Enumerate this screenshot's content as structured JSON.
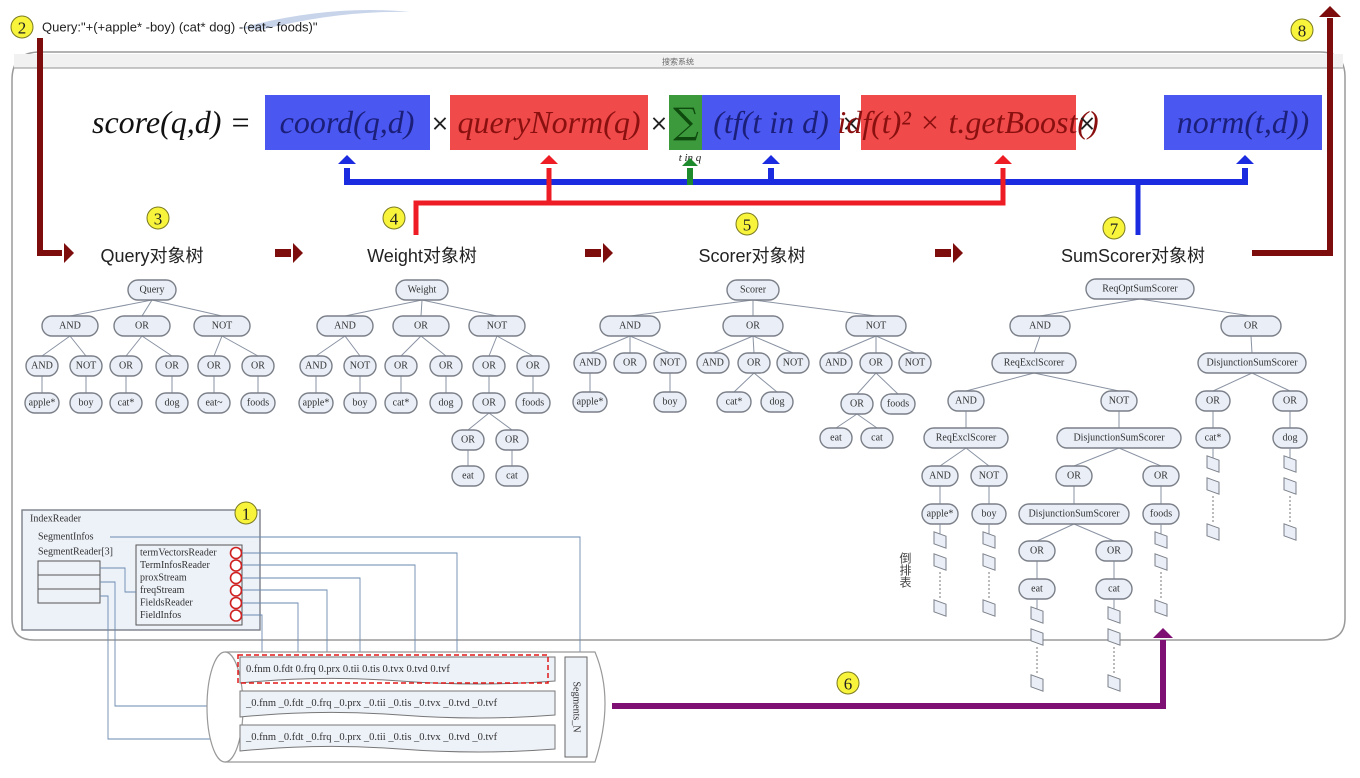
{
  "query": {
    "label": "Query:\"+(+apple* -boy) (cat* dog) -(eat~ foods)\""
  },
  "panel": {
    "title": "搜索系统"
  },
  "formula": {
    "lhs": "score(q,d) =",
    "terms": [
      {
        "id": "coord",
        "text": "coord(q,d)",
        "color": "#4a57f0"
      },
      {
        "id": "querynorm",
        "text": "queryNorm(q)",
        "color": "#f04a4a"
      },
      {
        "id": "sum",
        "text": "∑",
        "color": "#3c9a3c",
        "subscript": "t in q"
      },
      {
        "id": "tf",
        "text": "(tf(t in d)",
        "color": "#4a57f0"
      },
      {
        "id": "idf",
        "text": "idf(t)² × t.getBoost()",
        "color": "#f04a4a"
      },
      {
        "id": "norm",
        "text": "norm(t,d))",
        "color": "#4a57f0"
      }
    ],
    "operator": "×"
  },
  "badges": [
    "1",
    "2",
    "3",
    "4",
    "5",
    "6",
    "7",
    "8"
  ],
  "trees": [
    {
      "title": "Query对象树",
      "nodes": [
        {
          "id": "q0",
          "label": "Query"
        },
        {
          "id": "q1",
          "label": "AND"
        },
        {
          "id": "q2",
          "label": "OR"
        },
        {
          "id": "q3",
          "label": "NOT"
        },
        {
          "id": "q4",
          "label": "AND"
        },
        {
          "id": "q5",
          "label": "NOT"
        },
        {
          "id": "q6",
          "label": "OR"
        },
        {
          "id": "q7",
          "label": "OR"
        },
        {
          "id": "q8",
          "label": "OR"
        },
        {
          "id": "q9",
          "label": "OR"
        },
        {
          "id": "q10",
          "label": "apple*"
        },
        {
          "id": "q11",
          "label": "boy"
        },
        {
          "id": "q12",
          "label": "cat*"
        },
        {
          "id": "q13",
          "label": "dog"
        },
        {
          "id": "q14",
          "label": "eat~"
        },
        {
          "id": "q15",
          "label": "foods"
        }
      ]
    },
    {
      "title": "Weight对象树",
      "nodes": [
        {
          "id": "w0",
          "label": "Weight"
        },
        {
          "id": "w1",
          "label": "AND"
        },
        {
          "id": "w2",
          "label": "OR"
        },
        {
          "id": "w3",
          "label": "NOT"
        },
        {
          "id": "w4",
          "label": "AND"
        },
        {
          "id": "w5",
          "label": "NOT"
        },
        {
          "id": "w6",
          "label": "OR"
        },
        {
          "id": "w7",
          "label": "OR"
        },
        {
          "id": "w8",
          "label": "OR"
        },
        {
          "id": "w9",
          "label": "OR"
        },
        {
          "id": "w10",
          "label": "apple*"
        },
        {
          "id": "w11",
          "label": "boy"
        },
        {
          "id": "w12",
          "label": "cat*"
        },
        {
          "id": "w13",
          "label": "dog"
        },
        {
          "id": "w14",
          "label": "OR"
        },
        {
          "id": "w15",
          "label": "foods"
        },
        {
          "id": "w16",
          "label": "OR"
        },
        {
          "id": "w17",
          "label": "OR"
        },
        {
          "id": "w18",
          "label": "eat"
        },
        {
          "id": "w19",
          "label": "cat"
        }
      ]
    },
    {
      "title": "Scorer对象树",
      "nodes": [
        {
          "id": "s0",
          "label": "Scorer"
        },
        {
          "id": "s1",
          "label": "AND"
        },
        {
          "id": "s2",
          "label": "OR"
        },
        {
          "id": "s3",
          "label": "NOT"
        },
        {
          "id": "s4",
          "label": "AND"
        },
        {
          "id": "s5",
          "label": "OR"
        },
        {
          "id": "s6",
          "label": "NOT"
        },
        {
          "id": "s7",
          "label": "AND"
        },
        {
          "id": "s8",
          "label": "OR"
        },
        {
          "id": "s9",
          "label": "NOT"
        },
        {
          "id": "s10",
          "label": "AND"
        },
        {
          "id": "s11",
          "label": "OR"
        },
        {
          "id": "s12",
          "label": "NOT"
        },
        {
          "id": "s13",
          "label": "apple*"
        },
        {
          "id": "s14",
          "label": "boy"
        },
        {
          "id": "s15",
          "label": "cat*"
        },
        {
          "id": "s16",
          "label": "dog"
        },
        {
          "id": "s17",
          "label": "OR"
        },
        {
          "id": "s18",
          "label": "foods"
        },
        {
          "id": "s19",
          "label": "eat"
        },
        {
          "id": "s20",
          "label": "cat"
        }
      ]
    },
    {
      "title": "SumScorer对象树",
      "nodes": [
        {
          "id": "u0",
          "label": "ReqOptSumScorer"
        },
        {
          "id": "u1",
          "label": "AND"
        },
        {
          "id": "u2",
          "label": "OR"
        },
        {
          "id": "u3",
          "label": "ReqExclScorer"
        },
        {
          "id": "u4",
          "label": "DisjunctionSumScorer"
        },
        {
          "id": "u5",
          "label": "AND"
        },
        {
          "id": "u6",
          "label": "NOT"
        },
        {
          "id": "u7",
          "label": "OR"
        },
        {
          "id": "u8",
          "label": "OR"
        },
        {
          "id": "u9",
          "label": "ReqExclScorer"
        },
        {
          "id": "u10",
          "label": "DisjunctionSumScorer"
        },
        {
          "id": "u11",
          "label": "cat*"
        },
        {
          "id": "u12",
          "label": "dog"
        },
        {
          "id": "u13",
          "label": "AND"
        },
        {
          "id": "u14",
          "label": "NOT"
        },
        {
          "id": "u15",
          "label": "OR"
        },
        {
          "id": "u16",
          "label": "OR"
        },
        {
          "id": "u17",
          "label": "apple*"
        },
        {
          "id": "u18",
          "label": "boy"
        },
        {
          "id": "u19",
          "label": "DisjunctionSumScorer"
        },
        {
          "id": "u20",
          "label": "foods"
        },
        {
          "id": "u21",
          "label": "OR"
        },
        {
          "id": "u22",
          "label": "OR"
        },
        {
          "id": "u23",
          "label": "eat"
        },
        {
          "id": "u24",
          "label": "cat"
        }
      ]
    }
  ],
  "inverted_list_label": "倒排表",
  "index_reader": {
    "title": "IndexReader",
    "segment_infos": "SegmentInfos",
    "segment_reader": "SegmentReader[3]",
    "fields": [
      "termVectorsReader",
      "TermInfosReader",
      "proxStream",
      "freqStream",
      "FieldsReader",
      "FieldInfos"
    ]
  },
  "segments": {
    "label": "Segments_N",
    "rows": [
      [
        "0.fnm",
        "0.fdt",
        "0.frq",
        "0.prx",
        "0.tii",
        "0.tis",
        "0.tvx",
        "0.tvd",
        "0.tvf"
      ],
      [
        "_0.fnm",
        "_0.fdt",
        "_0.frq",
        "_0.prx",
        "_0.tii",
        "_0.tis",
        "_0.tvx",
        "_0.tvd",
        "_0.tvf"
      ],
      [
        "_0.fnm",
        "_0.fdt",
        "_0.frq",
        "_0.prx",
        "_0.tii",
        "_0.tis",
        "_0.tvx",
        "_0.tvd",
        "_0.tvf"
      ]
    ]
  },
  "colors": {
    "blue": "#1a2be0",
    "red": "#ee1c24",
    "green": "#1e8a2e",
    "darkred": "#7d0c0c",
    "purple": "#7e0f73",
    "badge": "#f8f43c"
  }
}
